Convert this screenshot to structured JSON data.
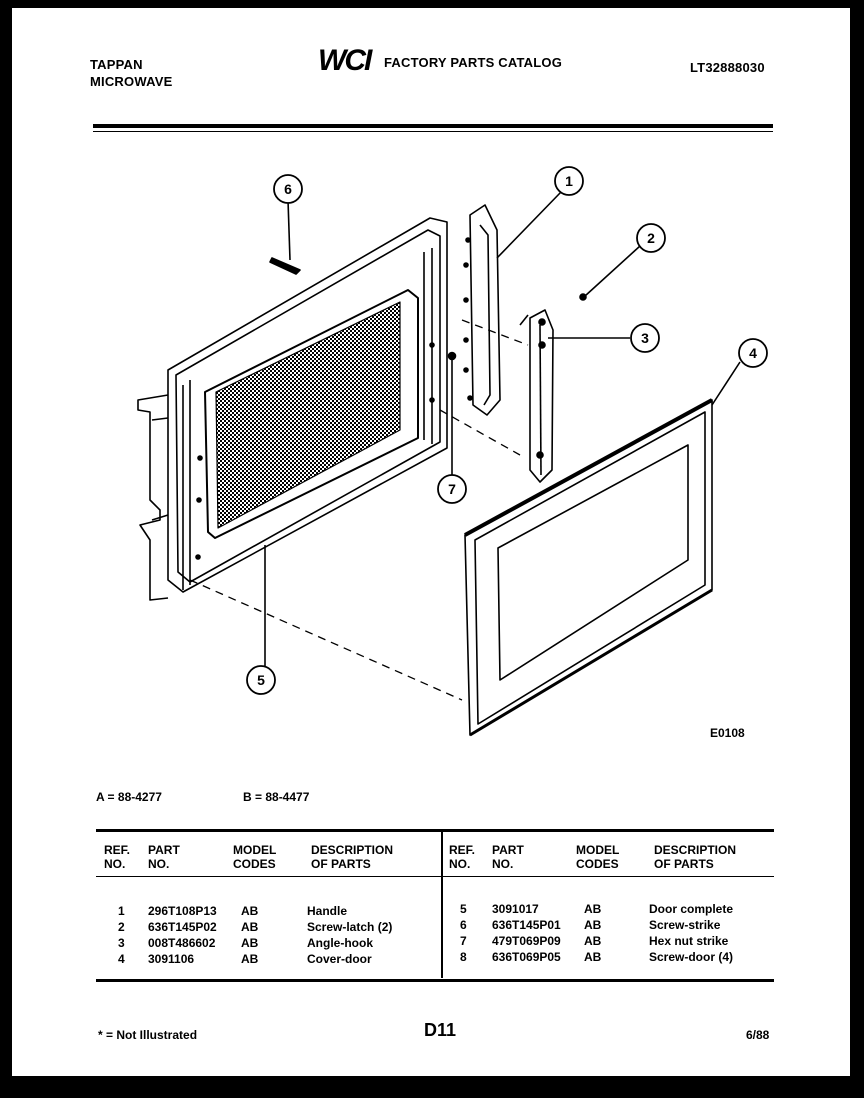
{
  "header": {
    "brand_line1": "TAPPAN",
    "brand_line2": "MICROWAVE",
    "logo_text": "WCI",
    "catalog_title": "FACTORY PARTS CATALOG",
    "model_number": "LT32888030"
  },
  "diagram": {
    "callouts": [
      "1",
      "2",
      "3",
      "4",
      "5",
      "6",
      "7"
    ],
    "figure_code": "E0108"
  },
  "model_codes": {
    "a": "A = 88-4277",
    "b": "B = 88-4477"
  },
  "table": {
    "headers": {
      "ref_no": "REF.\nNO.",
      "part_no": "PART\nNO.",
      "model_codes": "MODEL\nCODES",
      "description": "DESCRIPTION\nOF PARTS"
    },
    "left_rows": [
      {
        "ref": "1",
        "part": "296T108P13",
        "codes": "AB",
        "desc": "Handle"
      },
      {
        "ref": "2",
        "part": "636T145P02",
        "codes": "AB",
        "desc": "Screw-latch (2)"
      },
      {
        "ref": "3",
        "part": "008T486602",
        "codes": "AB",
        "desc": "Angle-hook"
      },
      {
        "ref": "4",
        "part": "3091106",
        "codes": "AB",
        "desc": "Cover-door"
      }
    ],
    "right_rows": [
      {
        "ref": "5",
        "part": "3091017",
        "codes": "AB",
        "desc": "Door complete"
      },
      {
        "ref": "6",
        "part": "636T145P01",
        "codes": "AB",
        "desc": "Screw-strike"
      },
      {
        "ref": "7",
        "part": "479T069P09",
        "codes": "AB",
        "desc": "Hex nut strike"
      },
      {
        "ref": "8",
        "part": "636T069P05",
        "codes": "AB",
        "desc": "Screw-door (4)"
      }
    ]
  },
  "footer": {
    "note": "* = Not Illustrated",
    "page": "D11",
    "date": "6/88"
  }
}
